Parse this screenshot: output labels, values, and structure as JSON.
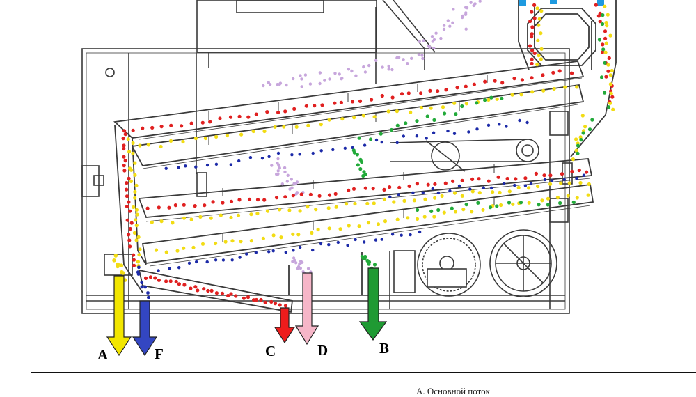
{
  "colors": {
    "line": "#3a3a3a",
    "red": "#e02020",
    "yellow": "#f2dc14",
    "blue": "#1c2aa8",
    "green": "#22aa3a",
    "lilac": "#c7a6dc",
    "pink": "#f4b3c6",
    "arrow_yellow": "#f2e600",
    "arrow_blue": "#3346c2",
    "arrow_red": "#ee1c1c",
    "arrow_pink": "#f6b6c8",
    "arrow_green": "#1f9a33",
    "accent_blue": "#1e9ae0"
  },
  "outlets": [
    {
      "id": "A",
      "label": "A",
      "color": "#f2e600"
    },
    {
      "id": "F",
      "label": "F",
      "color": "#3346c2"
    },
    {
      "id": "C",
      "label": "C",
      "color": "#ee1c1c"
    },
    {
      "id": "D",
      "label": "D",
      "color": "#f6b6c8"
    },
    {
      "id": "B",
      "label": "B",
      "color": "#1f9a33"
    }
  ],
  "caption": "А. Основной поток"
}
